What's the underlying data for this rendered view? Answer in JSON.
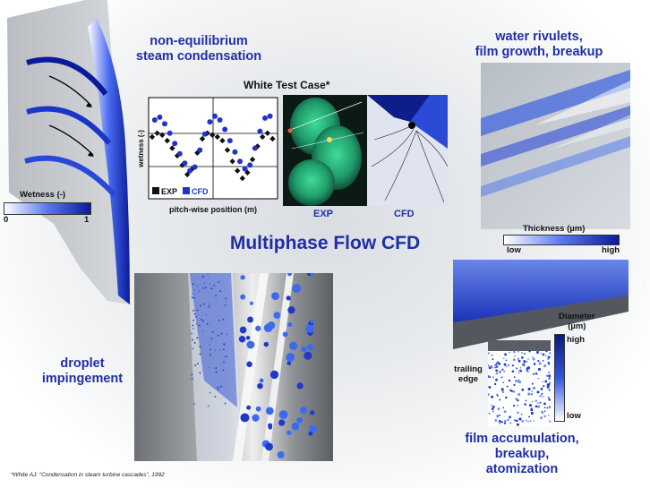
{
  "headings": {
    "noneq": [
      "non-equilibrium",
      "steam condensation"
    ],
    "rivulets": [
      "water rivulets,",
      "film growth, breakup"
    ],
    "main": "Multiphase Flow CFD",
    "droplet": [
      "droplet",
      "impingement"
    ],
    "film": [
      "film accumulation,",
      "breakup,",
      "atomization"
    ]
  },
  "test_case": {
    "title": "White Test Case*",
    "exp_label": "EXP",
    "cfd_label": "CFD"
  },
  "wetness_scale": {
    "title": "Wetness (-)",
    "min": "0",
    "max": "1"
  },
  "thickness_scale": {
    "title": "Thickness (µm)",
    "low": "low",
    "high": "high"
  },
  "diameter_scale": {
    "title": [
      "Diameter",
      "(µm)"
    ],
    "high": "high",
    "low": "low"
  },
  "trailing_edge": [
    "trailing",
    "edge"
  ],
  "footnote": "*White AJ: “Condensation in steam turbine cascades”, 1992",
  "colors": {
    "accent": "#1f2fa6",
    "exp_marker": "#111111",
    "cfd_marker": "#2233cc"
  },
  "chart_data": {
    "type": "scatter",
    "xlabel": "pitch-wise position (m)",
    "ylabel": "wetness (-)",
    "series": [
      {
        "name": "EXP",
        "marker": "diamond",
        "color": "#111111",
        "x": [
          0.0,
          0.04,
          0.08,
          0.12,
          0.16,
          0.2,
          0.24,
          0.28,
          0.32,
          0.36,
          0.4,
          0.44,
          0.48,
          0.52,
          0.56,
          0.6,
          0.64,
          0.68,
          0.72,
          0.76,
          0.8,
          0.84,
          0.88,
          0.92,
          0.96
        ],
        "y": [
          0.62,
          0.66,
          0.64,
          0.58,
          0.5,
          0.42,
          0.32,
          0.22,
          0.28,
          0.45,
          0.6,
          0.66,
          0.64,
          0.62,
          0.58,
          0.48,
          0.36,
          0.26,
          0.18,
          0.24,
          0.38,
          0.52,
          0.62,
          0.66,
          0.6
        ]
      },
      {
        "name": "CFD",
        "marker": "circle",
        "color": "#2233cc",
        "x": [
          0.02,
          0.06,
          0.1,
          0.14,
          0.18,
          0.22,
          0.26,
          0.3,
          0.34,
          0.38,
          0.42,
          0.46,
          0.5,
          0.54,
          0.58,
          0.62,
          0.66,
          0.7,
          0.74,
          0.78,
          0.82,
          0.86,
          0.9,
          0.94
        ],
        "y": [
          0.8,
          0.83,
          0.76,
          0.66,
          0.55,
          0.44,
          0.34,
          0.26,
          0.3,
          0.48,
          0.65,
          0.78,
          0.84,
          0.8,
          0.7,
          0.58,
          0.46,
          0.36,
          0.28,
          0.32,
          0.5,
          0.68,
          0.82,
          0.84
        ]
      }
    ]
  }
}
